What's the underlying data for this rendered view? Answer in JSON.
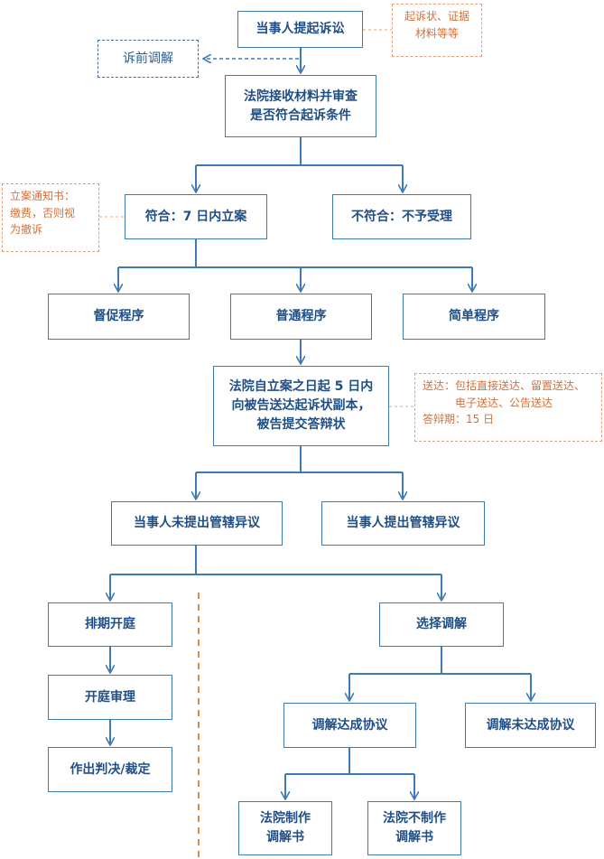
{
  "nodes": {
    "start": "当事人提起诉讼",
    "pre_mediation": "诉前调解",
    "review_line1": "法院接收材料并审查",
    "review_line2": "是否符合起诉条件",
    "accept": "符合：7 日内立案",
    "reject": "不符合：不予受理",
    "proc_urge": "督促程序",
    "proc_ordinary": "普通程序",
    "proc_simple": "简单程序",
    "serve_line1": "法院自立案之日起 5 日内",
    "serve_line2": "向被告送达起诉状副本，",
    "serve_line3": "被告提交答辩状",
    "no_objection": "当事人未提出管辖异议",
    "objection": "当事人提出管辖异议",
    "schedule": "排期开庭",
    "mediation": "选择调解",
    "trial": "开庭审理",
    "judgment": "作出判决/裁定",
    "med_agree": "调解达成协议",
    "med_fail": "调解未达成协议",
    "court_make_l1": "法院制作",
    "court_make_l2": "调解书",
    "court_nomake_l1": "法院不制作",
    "court_nomake_l2": "调解书"
  },
  "notes": {
    "materials_l1": "起诉状、证据",
    "materials_l2": "材料等等",
    "filing_l1": "立案通知书：",
    "filing_l2": "缴费，否则视",
    "filing_l3": "为撤诉",
    "service_l1": "送达：包括直接送达、留置送达、",
    "service_l2": "电子送达、公告送达",
    "service_l3": "答辩期：15 日"
  },
  "colors": {
    "box_border": "#3d7ab8",
    "box_text": "#1f4f86",
    "connector": "#3d7ab8",
    "note": "#d2703a",
    "divider": "#e08a4a"
  }
}
